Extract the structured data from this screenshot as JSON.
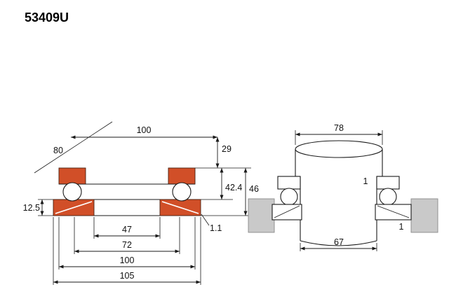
{
  "title": "53409U",
  "colors": {
    "washer_orange": "#d14f28",
    "housing_gray": "#c9c9c9",
    "line": "#1a1a1a"
  },
  "left_view": {
    "top_width": "100",
    "top_height": "29",
    "angle_dim": "80",
    "inner_height": "42.4",
    "total_height": "46",
    "seat_height": "12.5",
    "chamfer": "1.1",
    "bottom_dims": [
      "47",
      "72",
      "100",
      "105"
    ]
  },
  "right_view": {
    "shaft_diameter": "78",
    "lower_diameter": "67",
    "chamfer_top": "1",
    "chamfer_bottom": "1"
  }
}
